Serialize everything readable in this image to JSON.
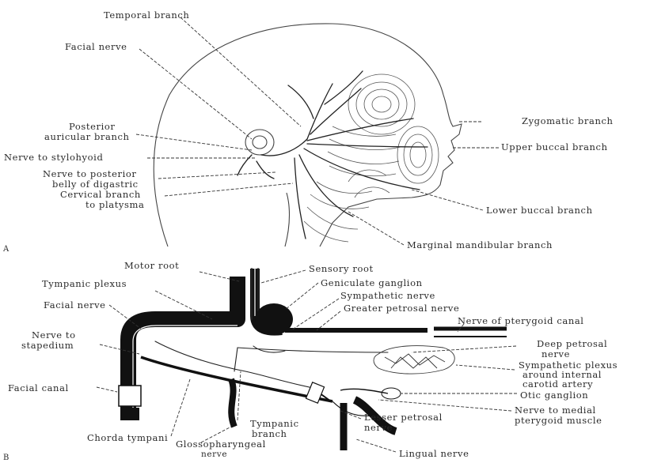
{
  "panel_a": {
    "letter": "A",
    "labels": {
      "temporal_branch": "Temporal branch",
      "facial_nerve": "Facial nerve",
      "posterior_auricular_1": "Posterior",
      "posterior_auricular_2": "auricular branch",
      "nerve_to_stylohyoid": "Nerve to stylohyoid",
      "nerve_to_post_belly_1": "Nerve to posterior",
      "nerve_to_post_belly_2": "belly of digastric",
      "cervical_branch_1": "Cervical branch",
      "cervical_branch_2": "to platysma",
      "zygomatic_branch": "Zygomatic branch",
      "upper_buccal_branch": "Upper buccal branch",
      "lower_buccal_branch": "Lower buccal branch",
      "marginal_mandibular_branch": "Marginal mandibular branch"
    }
  },
  "panel_b": {
    "letter": "B",
    "labels": {
      "motor_root": "Motor root",
      "sensory_root": "Sensory root",
      "tympanic_plexus": "Tympanic plexus",
      "geniculate_ganglion": "Geniculate ganglion",
      "sympathetic_nerve": "Sympathetic nerve",
      "facial_nerve": "Facial nerve",
      "greater_petrosal_nerve": "Greater petrosal nerve",
      "nerve_of_pterygoid_canal": "Nerve of pterygoid canal",
      "nerve_to_stapedium_1": "Nerve to",
      "nerve_to_stapedium_2": "stapedium",
      "deep_petrosal_1": "Deep petrosal",
      "deep_petrosal_2": "nerve",
      "sympathetic_plexus_1": "Sympathetic plexus",
      "sympathetic_plexus_2": "around internal",
      "sympathetic_plexus_3": "carotid artery",
      "facial_canal": "Facial canal",
      "otic_ganglion": "Otic ganglion",
      "nerve_to_medial_pterygoid_1": "Nerve to medial",
      "nerve_to_medial_pterygoid_2": "pterygoid muscle",
      "lesser_petrosal_1": "Lesser petrosal",
      "lesser_petrosal_2": "nerve",
      "tympanic_branch_1": "Tympanic",
      "tympanic_branch_2": "branch",
      "chorda_tympani": "Chorda tympani",
      "glossopharyngeal_1": "Glossopharyngeal",
      "glossopharyngeal_2": "nerve",
      "lingual_nerve": "Lingual nerve"
    }
  }
}
